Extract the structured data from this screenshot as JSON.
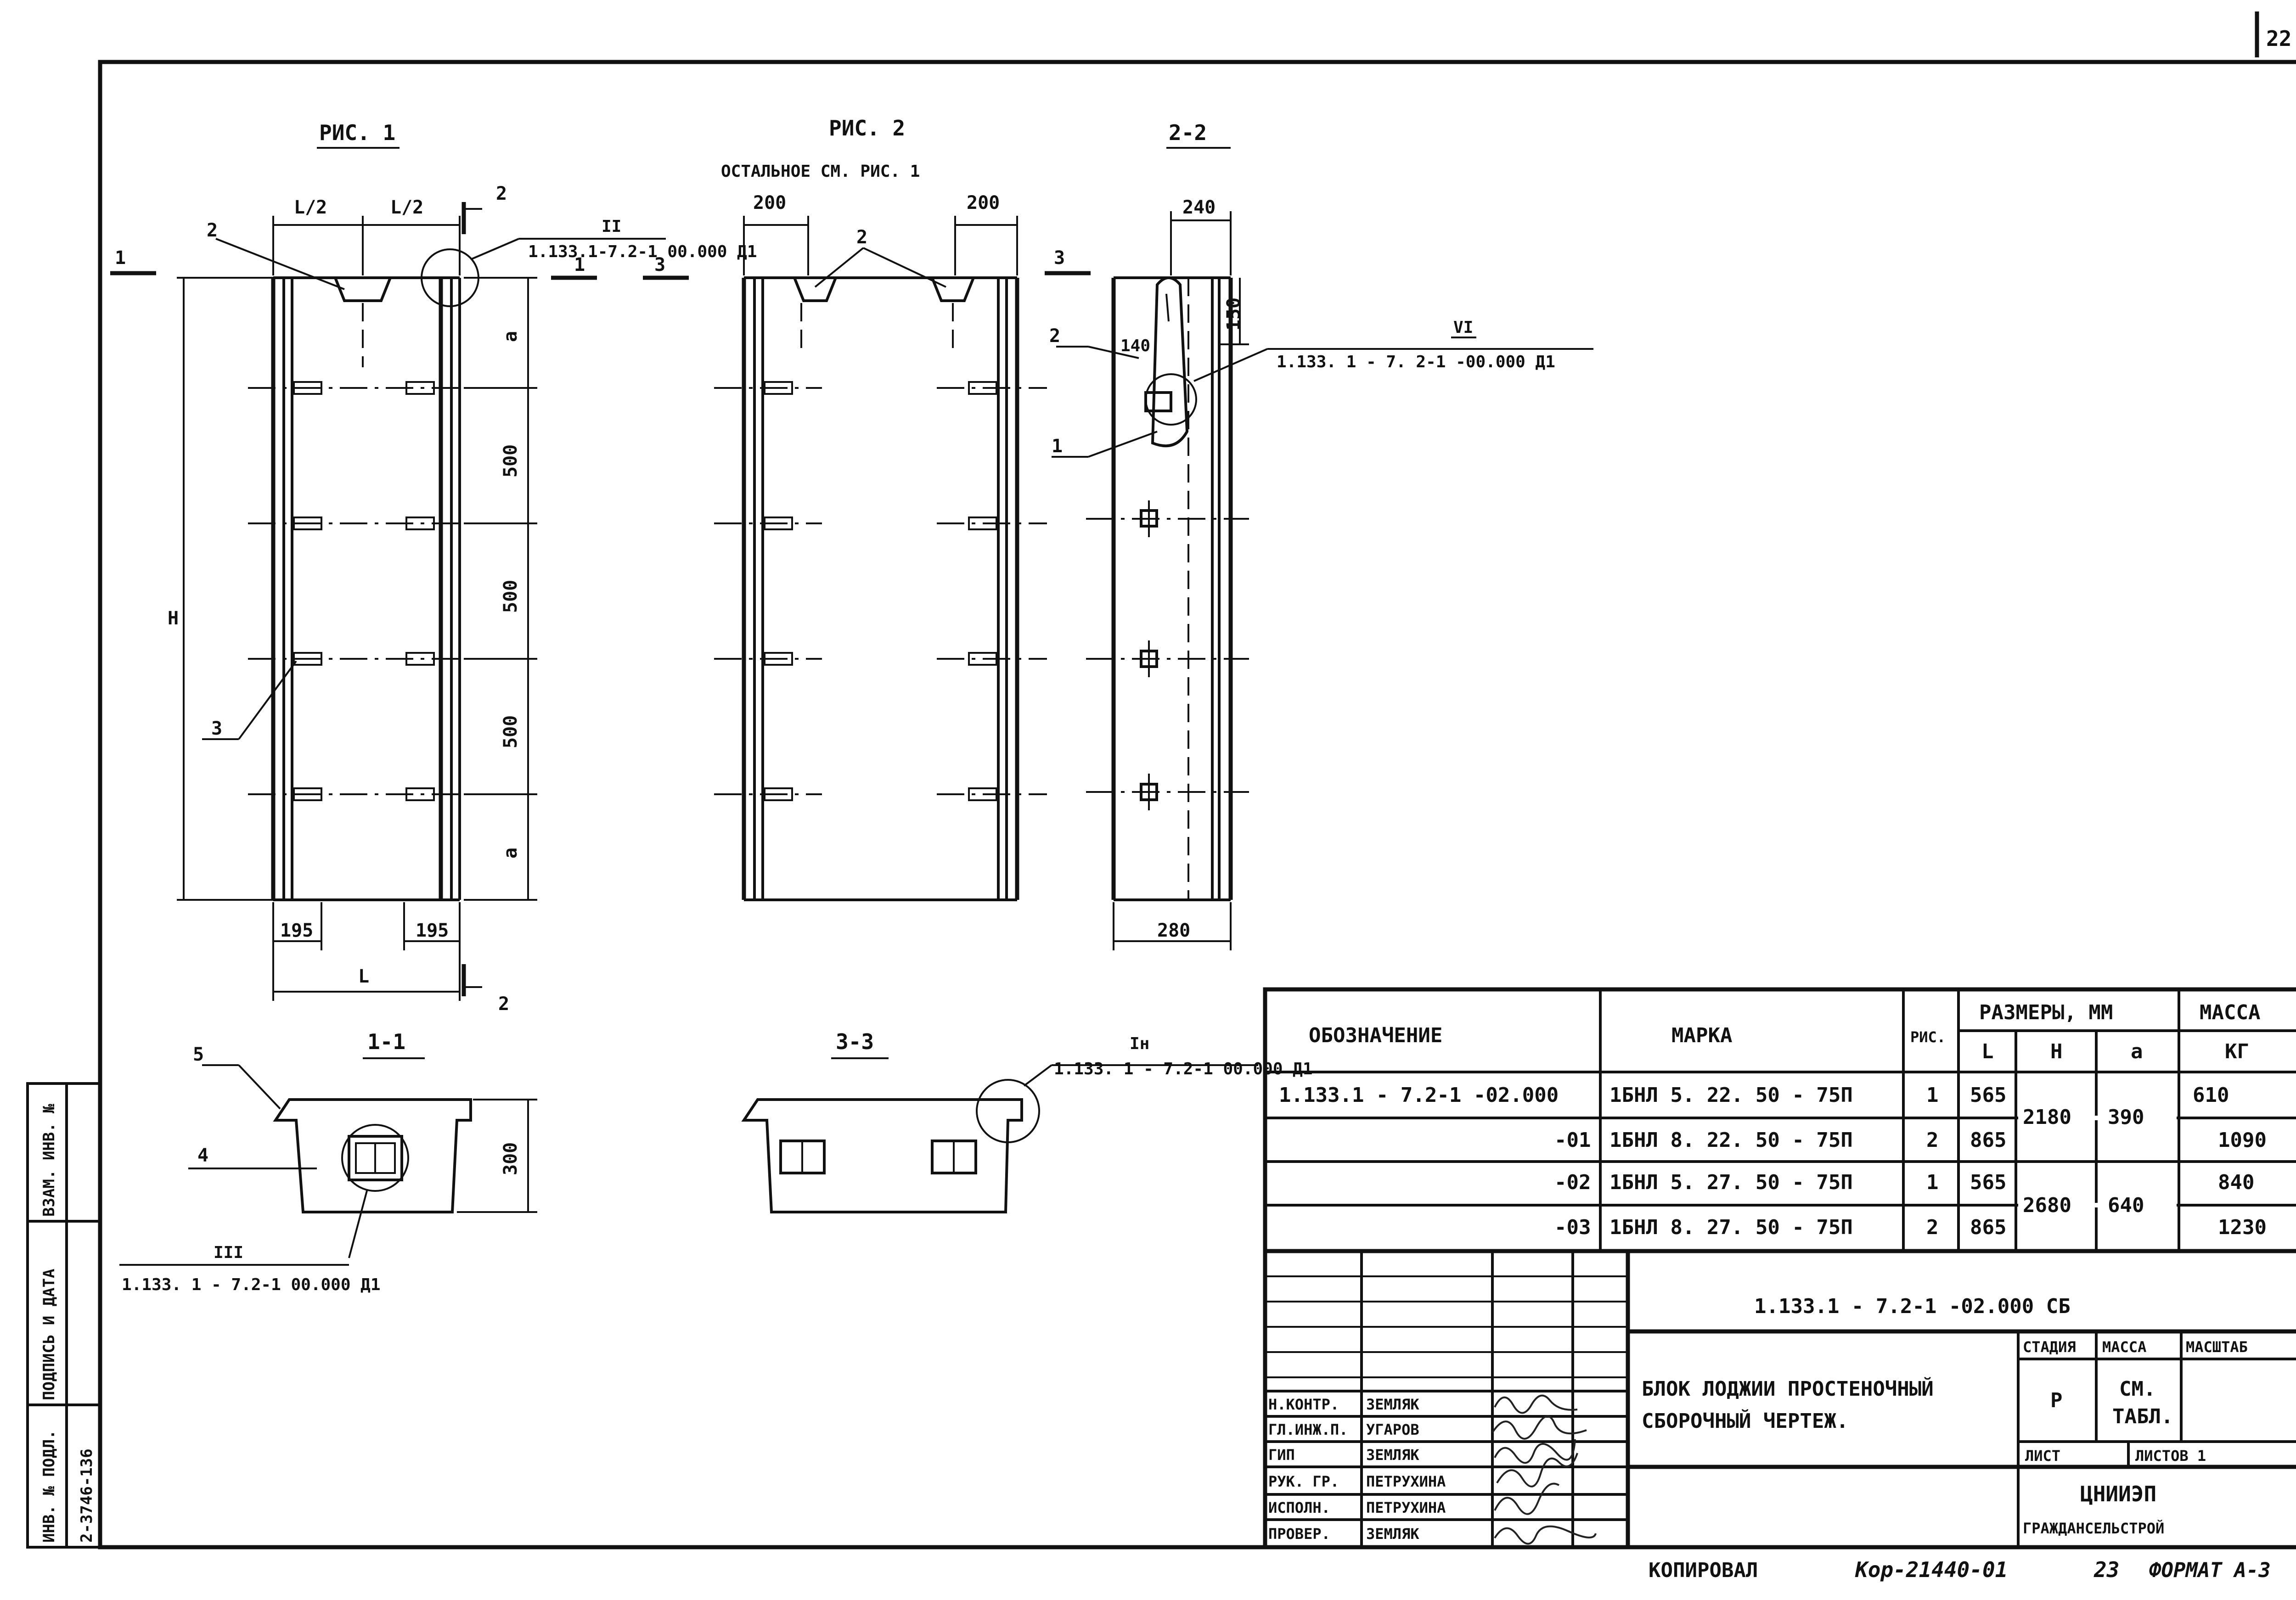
{
  "sheet": {
    "number": "22",
    "copied_by": "КОПИРОВАЛ",
    "order": "Кор-21440-01",
    "order_no": "23",
    "format": "ФОРМАТ А-3"
  },
  "side_stamp": {
    "inv_podl": "ИНВ. № ПОДЛ.",
    "inv_value": "2-3746-136",
    "sign_date": "ПОДПИСЬ И ДАТА",
    "vzam": "ВЗАМ. ИНВ. №"
  },
  "figures": {
    "fig1": {
      "title": "РИС. 1"
    },
    "fig2": {
      "title": "РИС. 2",
      "note": "ОСТАЛЬНОЕ СМ. РИС. 1"
    },
    "sec22": {
      "title": "2-2"
    },
    "sec11": {
      "title": "1-1"
    },
    "sec33": {
      "title": "3-3"
    }
  },
  "dims": {
    "l_half": "L/2",
    "l": "L",
    "h": "H",
    "a": "a",
    "d195": "195",
    "d500": "500",
    "d200": "200",
    "d240": "240",
    "d140": "140",
    "d150": "150",
    "d280": "280",
    "d300": "300"
  },
  "callouts": {
    "c1": "1",
    "c2": "2",
    "c3": "3",
    "c4": "4",
    "c5": "5",
    "cut1": "1",
    "cut2": "2",
    "cut3": "3"
  },
  "refs": {
    "r2": {
      "mark": "II",
      "code": "1.133.1-7.2-1 00.000 Д1"
    },
    "r6": {
      "mark": "VI",
      "code": "1.133. 1 - 7. 2-1 -00.000 Д1"
    },
    "r3": {
      "mark": "III",
      "code": "1.133. 1 - 7.2-1 00.000 Д1"
    },
    "r1": {
      "mark": "Iн",
      "code": "1.133. 1 - 7.2-1 00.000 Д1"
    }
  },
  "spec_table": {
    "headers": {
      "designation": "ОБОЗНАЧЕНИЕ",
      "mark": "МАРКА",
      "fig": "РИС.",
      "sizes": "РАЗМЕРЫ, ММ",
      "l": "L",
      "h": "H",
      "a": "a",
      "mass": "МАССА",
      "kg": "КГ"
    },
    "rows": [
      {
        "designation": "1.133.1 - 7.2-1 -02.000",
        "mark": "1БНЛ 5. 22. 50 - 75П",
        "fig": "1",
        "l": "565",
        "mass": "610"
      },
      {
        "designation": "-01",
        "mark": "1БНЛ 8. 22. 50 - 75П",
        "fig": "2",
        "l": "865",
        "mass": "1090"
      },
      {
        "designation": "-02",
        "mark": "1БНЛ 5. 27. 50 - 75П",
        "fig": "1",
        "l": "565",
        "mass": "840"
      },
      {
        "designation": "-03",
        "mark": "1БНЛ 8. 27. 50 - 75П",
        "fig": "2",
        "l": "865",
        "mass": "1230"
      }
    ],
    "merged": [
      {
        "h": "2180",
        "a": "390"
      },
      {
        "h": "2680",
        "a": "640"
      }
    ]
  },
  "title_block": {
    "doc_code": "1.133.1 - 7.2-1 -02.000 СБ",
    "name_line1": "БЛОК ЛОДЖИИ ПРОСТЕНОЧНЫЙ",
    "name_line2": "СБОРОЧНЫЙ ЧЕРТЕЖ.",
    "stage_label": "СТАДИЯ",
    "mass_label": "МАССА",
    "scale_label": "МАСШТАБ",
    "stage": "Р",
    "mass_line1": "СМ.",
    "mass_line2": "ТАБЛ.",
    "sheet_label": "ЛИСТ",
    "sheets_label": "ЛИСТОВ 1",
    "org1": "ЦНИИЭП",
    "org2": "ГРАЖДАНСЕЛЬСТРОЙ",
    "signers": [
      {
        "role": "Н.КОНТР.",
        "name": "ЗЕМЛЯК"
      },
      {
        "role": "ГЛ.ИНЖ.П.",
        "name": "УГАРОВ"
      },
      {
        "role": "ГИП",
        "name": "ЗЕМЛЯК"
      },
      {
        "role": "РУК. ГР.",
        "name": "ПЕТРУХИНА"
      },
      {
        "role": "ИСПОЛН.",
        "name": "ПЕТРУХИНА"
      },
      {
        "role": "ПРОВЕР.",
        "name": "ЗЕМЛЯК"
      }
    ]
  }
}
